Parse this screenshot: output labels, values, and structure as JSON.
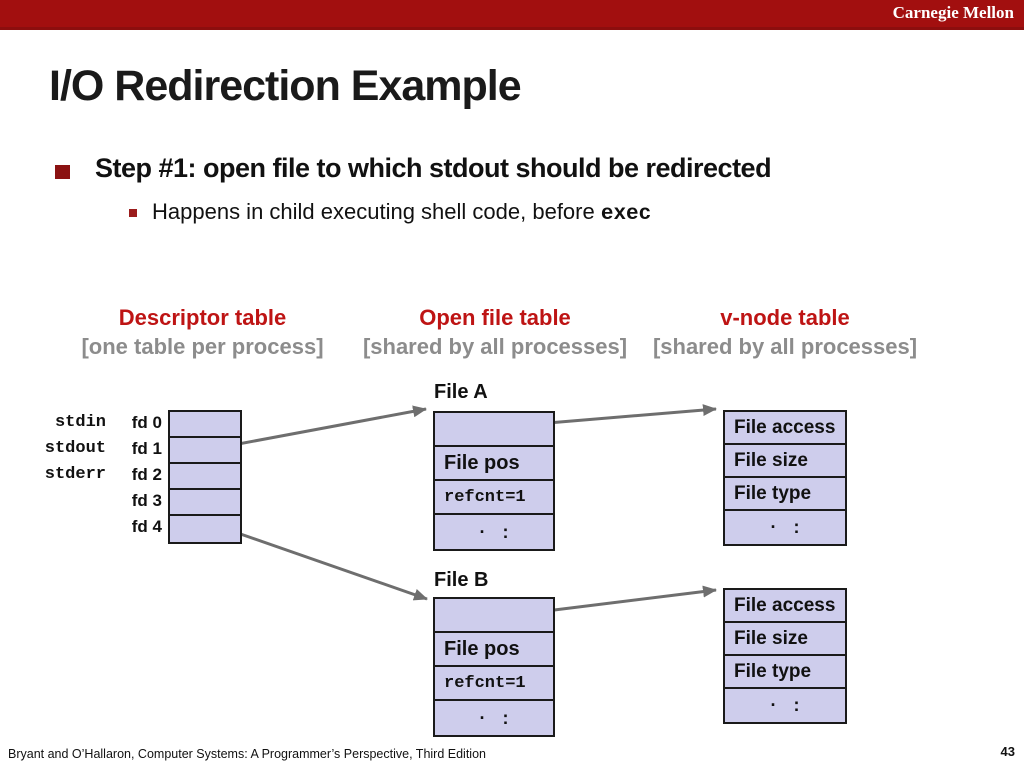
{
  "brand": {
    "text": "Carnegie Mellon"
  },
  "title": "I/O Redirection Example",
  "bullets": {
    "step": "Step #1: open file to which stdout should be redirected",
    "sub_pre": "Happens in child executing shell code, before ",
    "sub_code": "exec"
  },
  "column_headers": [
    {
      "title": "Descriptor table",
      "subtitle": "[one table per process]"
    },
    {
      "title": "Open file table",
      "subtitle": "[shared by all processes]"
    },
    {
      "title": "v-node table",
      "subtitle": "[shared by all processes]"
    }
  ],
  "descriptor_table": {
    "std_labels": [
      "stdin",
      "stdout",
      "stderr"
    ],
    "fd_labels": [
      "fd 0",
      "fd 1",
      "fd 2",
      "fd 3",
      "fd 4"
    ]
  },
  "open_file_tables": [
    {
      "label": "File A",
      "pos": "File pos",
      "refcnt": "refcnt=1",
      "dots": "· :"
    },
    {
      "label": "File B",
      "pos": "File pos",
      "refcnt": "refcnt=1",
      "dots": "· :"
    }
  ],
  "vnode_tables": [
    {
      "rows": [
        "File access",
        "File size",
        "File type"
      ],
      "dots": "· :"
    },
    {
      "rows": [
        "File access",
        "File size",
        "File type"
      ],
      "dots": "· :"
    }
  ],
  "footer": {
    "citation": "Bryant and O’Hallaron, Computer Systems: A Programmer’s Perspective, Third Edition",
    "page": "43"
  },
  "colors": {
    "bar_red": "#A20F0F",
    "accent_red": "#BE1414",
    "bullet_red": "#8B1212",
    "subtitle_gray": "#8C8C8C",
    "cell_fill": "#CECDEC",
    "border_black": "#1a1a1a",
    "arrow_gray": "#6E6E6E"
  }
}
